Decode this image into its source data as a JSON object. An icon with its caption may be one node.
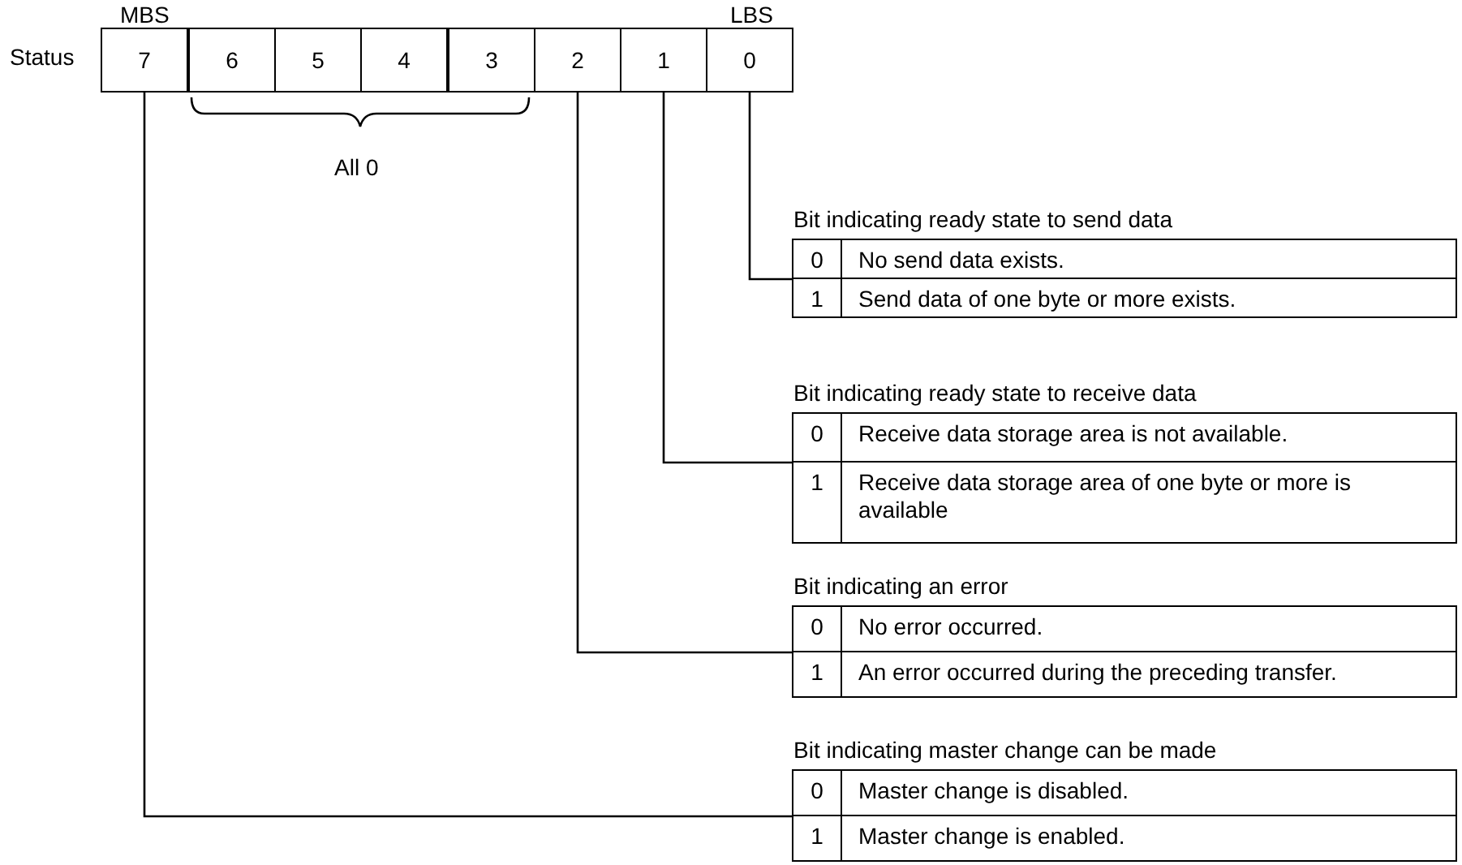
{
  "diagram": {
    "nodes": [
      {
        "text": [
          "7"
        ]
      },
      {
        "text": [
          "6"
        ]
      },
      {
        "text": [
          "5"
        ]
      },
      {
        "text": [
          "4"
        ]
      },
      {
        "text": [
          "3"
        ]
      },
      {
        "text": [
          "2"
        ]
      },
      {
        "text": [
          "1"
        ]
      },
      {
        "text": [
          "0"
        ]
      },
      {
        "text": [
          "Bit indicating ready state to send data"
        ]
      },
      {
        "text": [
          "0",
          "No send data exists."
        ],
        "in": 8
      },
      {
        "text": [
          "1",
          "Send data of one byte or more exists."
        ],
        "in": 8
      },
      {
        "text": [
          "Bit indicating ready state to receive data"
        ]
      },
      {
        "text": [
          "0",
          "Receive data storage area is not available."
        ],
        "in": 11
      },
      {
        "text": [
          "1",
          "Receive data storage area of one byte or more is available"
        ],
        "in": 11
      },
      {
        "text": [
          "Bit indicating an error"
        ]
      },
      {
        "text": [
          "0",
          "No error occurred."
        ],
        "in": 14
      },
      {
        "text": [
          "1",
          "An error occurred during the preceding transfer."
        ],
        "in": 14
      },
      {
        "text": [
          "Bit indicating master change can be made"
        ]
      },
      {
        "text": [
          "0",
          "Master change is disabled."
        ],
        "in": 17
      },
      {
        "text": [
          "1",
          "Master change is enabled."
        ],
        "in": 17
      }
    ],
    "edges": [
      {
        "from": 7,
        "to": 8,
        "arrow": "none"
      },
      {
        "from": 6,
        "to": 11,
        "arrow": "none"
      },
      {
        "from": 5,
        "to": 14,
        "arrow": "none"
      },
      {
        "from": 0,
        "to": 17,
        "arrow": "none"
      }
    ],
    "labels": [
      "MBS",
      "LBS",
      "Status",
      "All 0"
    ]
  }
}
